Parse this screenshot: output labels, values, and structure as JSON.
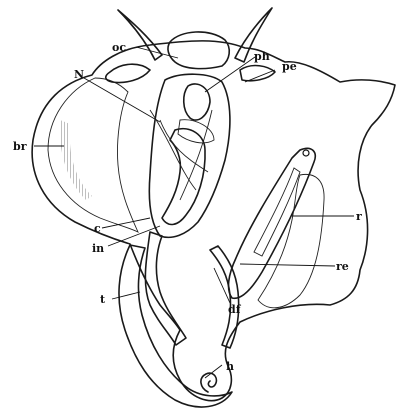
{
  "labels": {
    "oc": "oc",
    "ph": "ph",
    "pe": "pe",
    "N": "N",
    "br": "br",
    "r": "r",
    "c": "c",
    "in": "in",
    "re": "re",
    "t": "t",
    "df": "df",
    "h": "h"
  }
}
